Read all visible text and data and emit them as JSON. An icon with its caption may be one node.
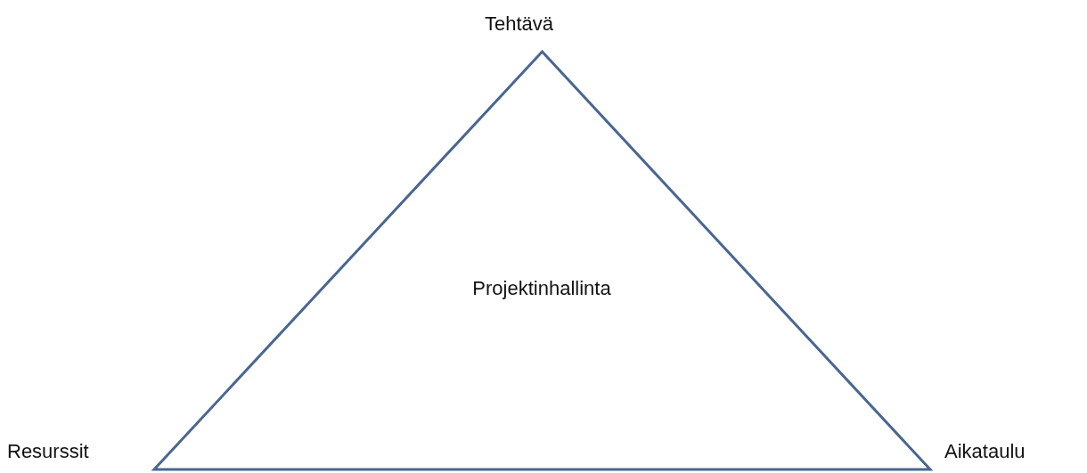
{
  "diagram": {
    "nodes": [
      {
        "text": [
          "Projektinhallinta"
        ],
        "beside": [
          "Tehtävä",
          "Resurssit",
          "Aikataulu"
        ]
      }
    ]
  }
}
